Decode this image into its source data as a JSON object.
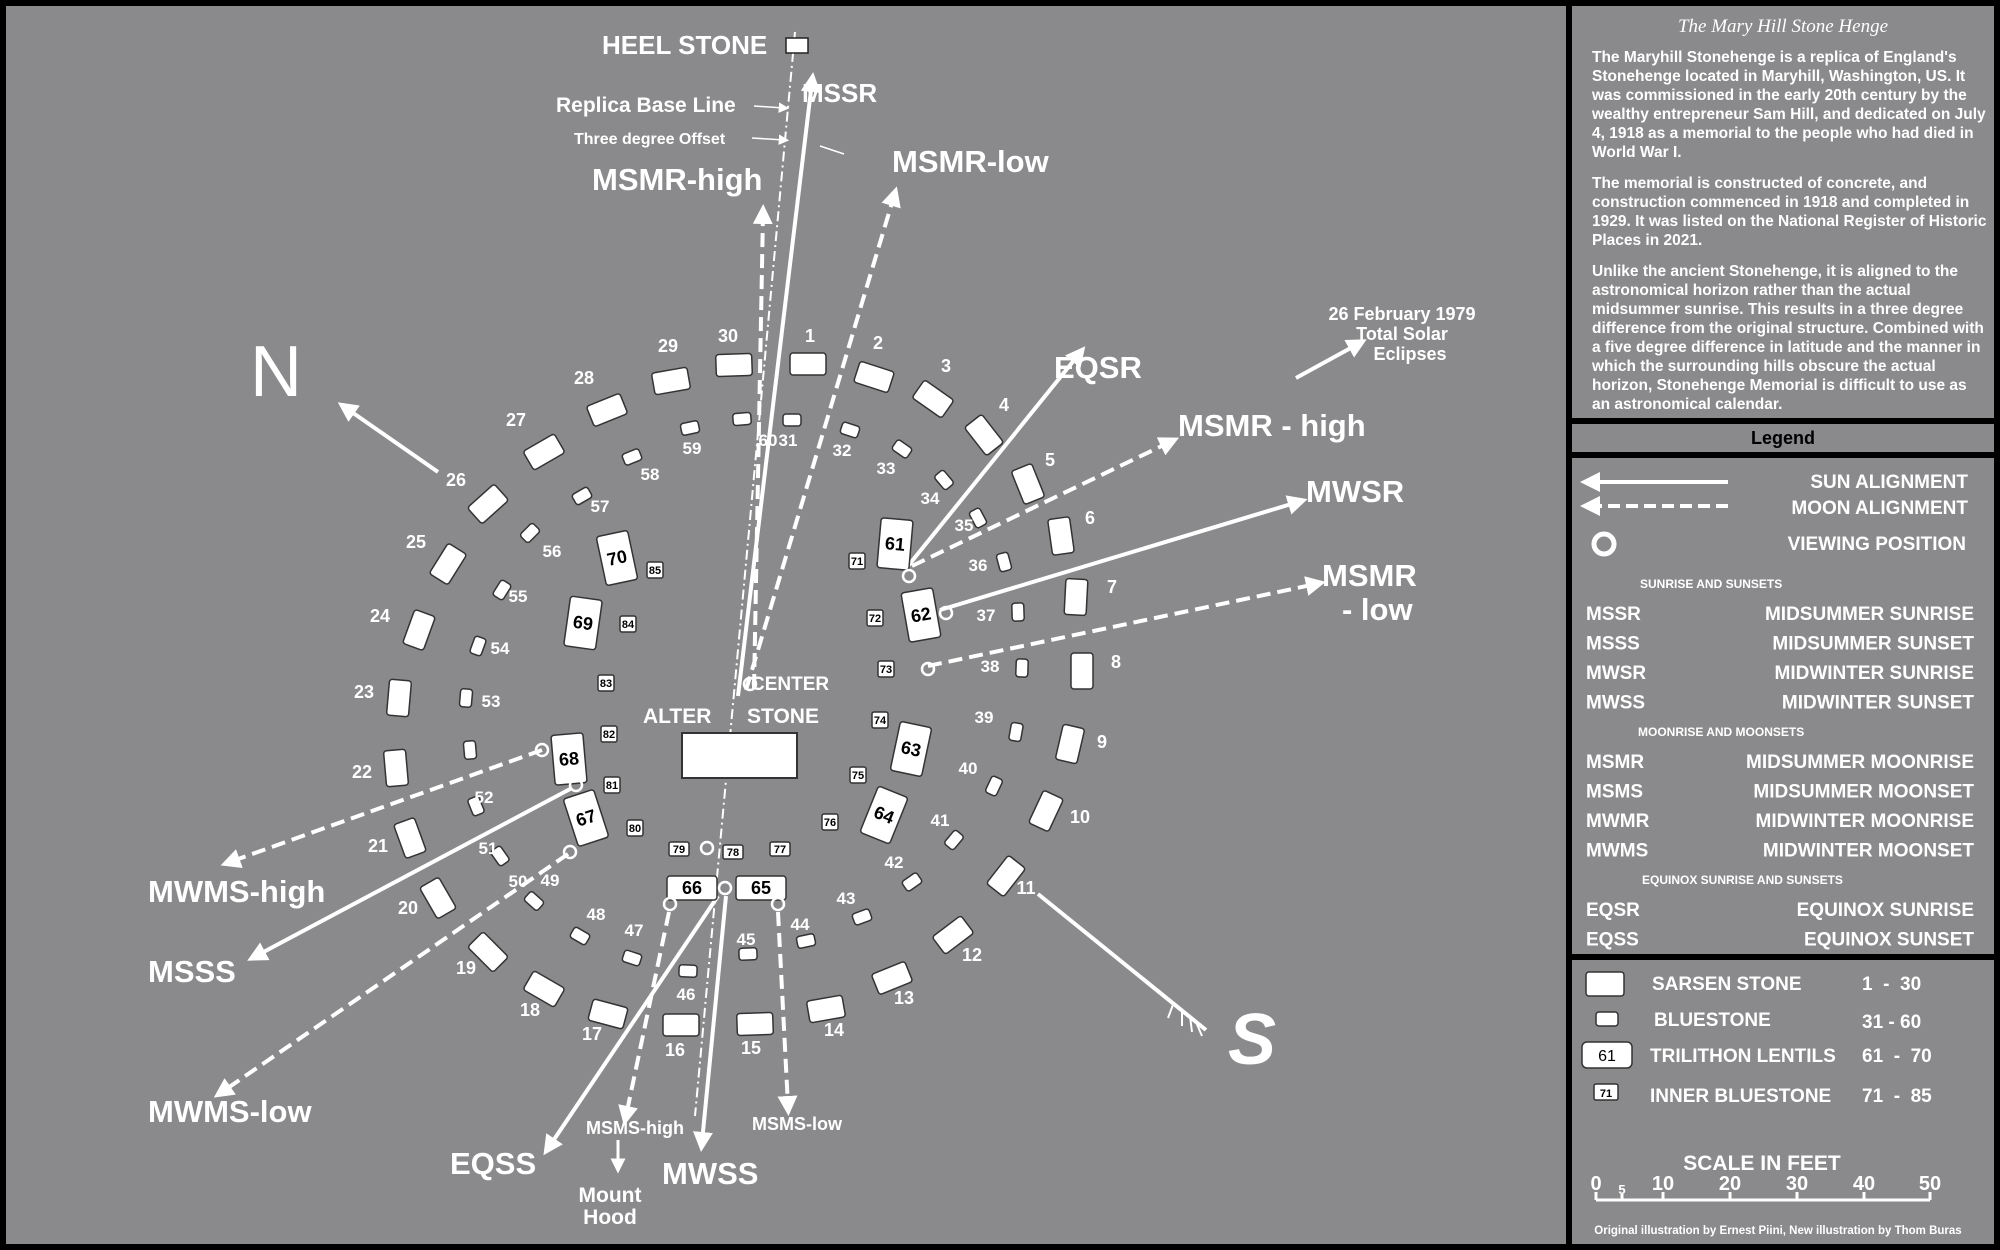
{
  "diagram": {
    "north_letter": "N",
    "south_letter": "S",
    "heel_stone": "HEEL STONE",
    "replica_base_line": "Replica Base Line",
    "three_degree_offset": "Three degree Offset",
    "center": "CENTER",
    "alter": "ALTER",
    "stone": "STONE",
    "eclipse_line1": "26 February 1979",
    "eclipse_line2": "Total Solar",
    "eclipse_line3": "Eclipses",
    "mount_hood_line1": "Mount",
    "mount_hood_line2": "Hood",
    "alignments": {
      "mssr": "MSSR",
      "msmr_high_n": "MSMR-high",
      "msmr_low_n": "MSMR-low",
      "eqsr": "EQSR",
      "msmr_high_e": "MSMR - high",
      "mwsr": "MWSR",
      "msmr_low_e1": "MSMR",
      "msmr_low_e2": "- low",
      "mwms_high": "MWMS-high",
      "msss": "MSSS",
      "mwms_low": "MWMS-low",
      "eqss": "EQSS",
      "msms_high": "MSMS-high",
      "mwss": "MWSS",
      "msms_low": "MSMS-low"
    },
    "stone_numbers": {
      "sarsen": [
        "1",
        "2",
        "3",
        "4",
        "5",
        "6",
        "7",
        "8",
        "9",
        "10",
        "11",
        "12",
        "13",
        "14",
        "15",
        "16",
        "17",
        "18",
        "19",
        "20",
        "21",
        "22",
        "23",
        "24",
        "25",
        "26",
        "27",
        "28",
        "29",
        "30"
      ],
      "bluestone": [
        "31",
        "32",
        "33",
        "34",
        "35",
        "36",
        "37",
        "38",
        "39",
        "40",
        "41",
        "42",
        "43",
        "44",
        "45",
        "46",
        "47",
        "48",
        "49",
        "50",
        "51",
        "52",
        "53",
        "54",
        "55",
        "56",
        "57",
        "58",
        "59",
        "60"
      ],
      "trilithon": [
        "61",
        "62",
        "63",
        "64",
        "65",
        "66",
        "67",
        "68",
        "69",
        "70"
      ],
      "inner": [
        "71",
        "72",
        "73",
        "74",
        "75",
        "76",
        "77",
        "78",
        "79",
        "80",
        "81",
        "82",
        "83",
        "84",
        "85"
      ]
    }
  },
  "sidebar": {
    "title": "The Mary Hill Stone Henge",
    "paragraphs": [
      "The Maryhill Stonehenge is a replica of England's Stonehenge located in Maryhill, Washington, US. It was commissioned in the early 20th century by the wealthy entrepreneur Sam Hill, and dedicated on July 4, 1918 as a memorial to the people who had died in World War I.",
      "The memorial is constructed of concrete, and construction commenced in 1918 and completed in 1929. It was listed on the National Register of Historic Places in 2021.",
      "Unlike the ancient Stonehenge, it is aligned to the astronomical horizon rather than the actual midsummer sunrise. This results in a three degree difference from the original structure. Combined with a five degree difference in latitude and the manner in which the surrounding hills obscure the actual horizon, Stonehenge Memorial is difficult to use as an astronomical calendar."
    ],
    "legend_title": "Legend",
    "legend": {
      "sun": "SUN ALIGNMENT",
      "moon": "MOON ALIGNMENT",
      "viewing": "VIEWING POSITION",
      "sections": [
        {
          "heading": "SUNRISE AND SUNSETS",
          "rows": [
            [
              "MSSR",
              "MIDSUMMER SUNRISE"
            ],
            [
              "MSSS",
              "MIDSUMMER SUNSET"
            ],
            [
              "MWSR",
              "MIDWINTER SUNRISE"
            ],
            [
              "MWSS",
              "MIDWINTER SUNSET"
            ]
          ]
        },
        {
          "heading": "MOONRISE AND MOONSETS",
          "rows": [
            [
              "MSMR",
              "MIDSUMMER MOONRISE"
            ],
            [
              "MSMS",
              "MIDSUMMER MOONSET"
            ],
            [
              "MWMR",
              "MIDWINTER MOONRISE"
            ],
            [
              "MWMS",
              "MIDWINTER MOONSET"
            ]
          ]
        },
        {
          "heading": "EQUINOX SUNRISE AND SUNSETS",
          "rows": [
            [
              "EQSR",
              "EQUINOX SUNRISE"
            ],
            [
              "EQSS",
              "EQUINOX SUNSET"
            ]
          ]
        }
      ]
    },
    "key": {
      "rows": [
        {
          "name": "SARSEN STONE",
          "range": "1  -  30"
        },
        {
          "name": "BLUESTONE",
          "range": "31 - 60"
        },
        {
          "name": "TRILITHON LENTILS",
          "range": "61  -  70",
          "sample": "61"
        },
        {
          "name": "INNER BLUESTONE",
          "range": "71  -  85",
          "sample": "71"
        }
      ],
      "scale_title": "SCALE IN FEET",
      "scale_ticks": [
        "0",
        "5",
        "10",
        "20",
        "30",
        "40",
        "50"
      ],
      "credit": "Original illustration by Ernest Piini, New illustration by Thom Buras"
    }
  }
}
